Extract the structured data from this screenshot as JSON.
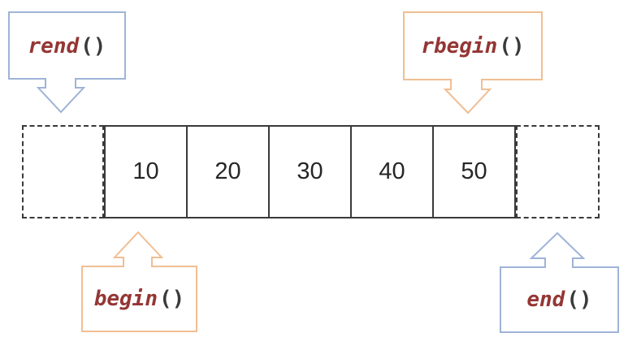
{
  "array": {
    "values": [
      "10",
      "20",
      "30",
      "40",
      "50"
    ]
  },
  "callouts": {
    "rend": {
      "label": "rend",
      "parens": "()",
      "border_color": "#9fb3d8",
      "direction": "down"
    },
    "rbegin": {
      "label": "rbegin",
      "parens": "()",
      "border_color": "#f0be93",
      "direction": "down"
    },
    "begin": {
      "label": "begin",
      "parens": "()",
      "border_color": "#f0be93",
      "direction": "up"
    },
    "end": {
      "label": "end",
      "parens": "()",
      "border_color": "#9fb3d8",
      "direction": "up"
    }
  },
  "colors": {
    "box_border": "#3a3a3a",
    "cell_text": "#262626",
    "function_name": "#943634",
    "parens": "#3a3a3a",
    "blue_accent": "#9fb3d8",
    "orange_accent": "#f0be93",
    "background": "#ffffff"
  }
}
